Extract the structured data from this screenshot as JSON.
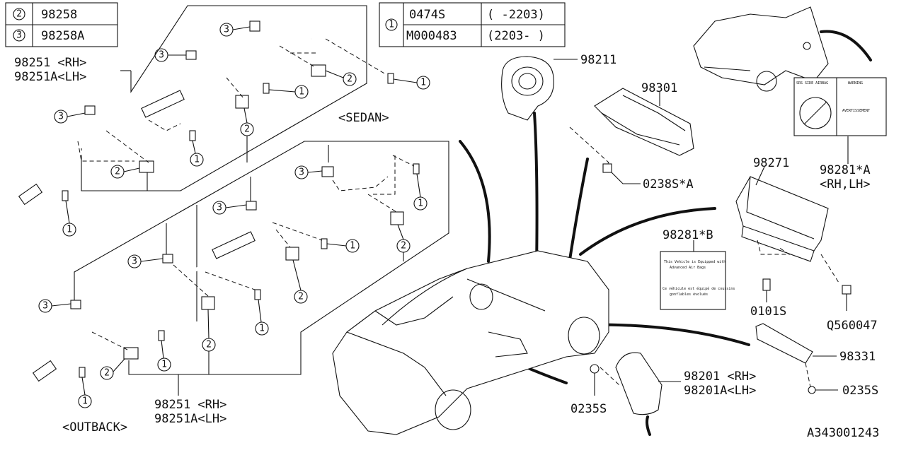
{
  "legend_left": [
    {
      "circle": "2",
      "part": "98258"
    },
    {
      "circle": "3",
      "part": "98258A"
    }
  ],
  "legend_right": {
    "circle": "1",
    "rows": [
      {
        "part": "0474S",
        "range": "( -2203)"
      },
      {
        "part": "M000483",
        "range": "(2203- )"
      }
    ]
  },
  "labels": {
    "sedan_curtain_rh": "98251 <RH>",
    "sedan_curtain_lh": "98251A<LH>",
    "sedan": "<SEDAN>",
    "outback_curtain_rh": "98251 <RH>",
    "outback_curtain_lh": "98251A<LH>",
    "outback": "<OUTBACK>",
    "driver_airbag": "98211",
    "knee_bracket": "98301",
    "bolt_a": "0238S*A",
    "passenger_airbag": "98271",
    "caution_label_b": "98281*B",
    "label_a": "98281*A",
    "label_a_side": "<RH,LH>",
    "bolt_0101": "0101S",
    "nut_q": "Q560047",
    "knee_airbag": "98331",
    "nut_0235_right": "0235S",
    "seat_airbag_rh": "98201 <RH>",
    "seat_airbag_lh": "98201A<LH>",
    "nut_0235_bottom": "0235S",
    "diagram_id": "A343001243"
  },
  "callouts": {
    "one": "1",
    "two": "2",
    "three": "3"
  },
  "warning_label": {
    "left_title": "SRS SIDE AIRBAG",
    "right_title": "WARNING",
    "right_sub": "AVERTISSEMENT"
  },
  "caution_text": {
    "line1": "This Vehicle is Equipped with",
    "line2": "Advanced Air Bags",
    "line3": "Ce véhicule est équipé de coussins",
    "line4": "gonflables évolués"
  }
}
